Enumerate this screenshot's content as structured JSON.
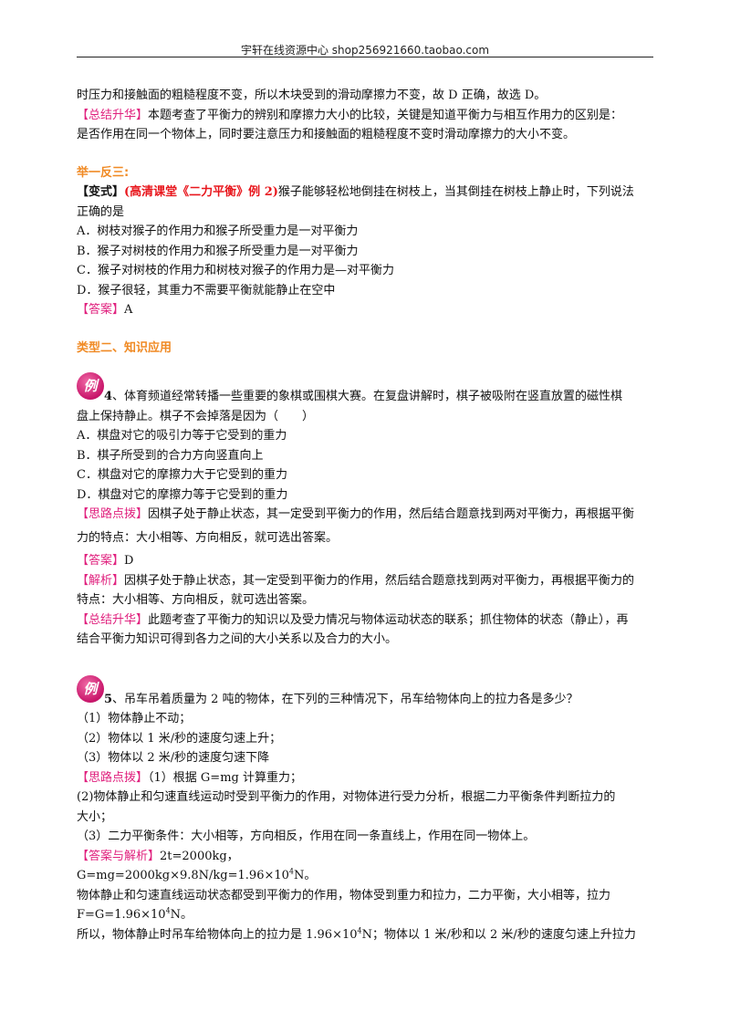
{
  "header": {
    "text": "宇轩在线资源中心   shop256921660.taobao.com"
  },
  "prev": {
    "line1": "时压力和接触面的粗糙程度不变，所以木块受到的滑动摩擦力不变，故 D 正确，故选 D。",
    "summary_tag": "【总结升华】",
    "summary_line1": "本题考查了平衡力的辨别和摩擦力大小的比较，关键是知道平衡力与相互作用力的区别是：",
    "summary_line2": "是否作用在同一个物体上，同时要注意压力和接触面的粗糙程度不变时滑动摩擦力的大小不变。"
  },
  "juyi": {
    "heading": "举一反三:",
    "variant_open": "【变式】",
    "variant_source": "(高清课堂《二力平衡》例 2)",
    "variant_text1": "猴子能够轻松地倒挂在树枝上，当其倒挂在树枝上静止时，下列说法",
    "variant_text2": "正确的是",
    "options": [
      "A．树枝对猴子的作用力和猴子所受重力是一对平衡力",
      "B．猴子对树枝的作用力和猴子所受重力是一对平衡力",
      "C．猴子对树枝的作用力和树枝对猴子的作用力是—对平衡力",
      "D．猴子很轻，其重力不需要平衡就能静止在空中"
    ],
    "answer_tag": "【答案】",
    "answer": "A"
  },
  "type2": {
    "heading": "类型二、知识应用"
  },
  "ex4": {
    "badge": "例",
    "num": "4",
    "q_line1": "、体育频道经常转播一些重要的象棋或围棋大赛。在复盘讲解时，棋子被吸附在竖直放置的磁性棋",
    "q_line2": "盘上保持静止。棋子不会掉落是因为（　　）",
    "options": [
      "A．棋盘对它的吸引力等于它受到的重力",
      "B．棋子所受到的合力方向竖直向上",
      "C．棋盘对它的摩擦力大于它受到的重力",
      "D．棋盘对它的摩擦力等于它受到的重力"
    ],
    "hint_tag": "【思路点拨】",
    "hint_line1": "因棋子处于静止状态，其一定受到平衡力的作用，然后结合题意找到两对平衡力，再根据平衡",
    "hint_line2": "力的特点：大小相等、方向相反，就可选出答案。",
    "answer_tag": "【答案】",
    "answer": "D",
    "analysis_tag": "【解析】",
    "analysis_line1": "因棋子处于静止状态，其一定受到平衡力的作用，然后结合题意找到两对平衡力，再根据平衡力的",
    "analysis_line2": "特点：大小相等、方向相反，就可选出答案。",
    "summary_tag": "【总结升华】",
    "summary_line1": "此题考查了平衡力的知识以及受力情况与物体运动状态的联系；抓住物体的状态（静止），再",
    "summary_line2": "结合平衡力知识可得到各力之间的大小关系以及合力的大小。"
  },
  "ex5": {
    "badge": "例",
    "num": "5",
    "q_line1": "、吊车吊着质量为 2 吨的物体，在下列的三种情况下，吊车给物体向上的拉力各是多少？",
    "items": [
      "（1）物体静止不动；",
      "（2）物体以 1 米/秒的速度匀速上升；",
      "（3）物体以 2 米/秒的速度匀速下降"
    ],
    "hint_tag": "【思路点拨】",
    "hint_1": "（1）根据 G=mg 计算重力；",
    "hint_2a": "(2)物体静止和匀速直线运动时受到平衡力的作用，对物体进行受力分析，根据二力平衡条件判断拉力的",
    "hint_2b": "大小；",
    "hint_3": "（3）二力平衡条件：大小相等，方向相反，作用在同一条直线上，作用在同一物体上。",
    "ans_tag": "【答案与解析】",
    "ans_1": "2t=2000kg，",
    "ans_2a": "G=mg=2000kg×9.8N/kg=1.96×10",
    "ans_2sup": "4",
    "ans_2b": "N。",
    "ans_3": "物体静止和匀速直线运动状态都受到平衡力的作用，物体受到重力和拉力，二力平衡，大小相等，拉力",
    "ans_4a": "F=G=1.96×10",
    "ans_4sup": "4",
    "ans_4b": "N。",
    "ans_5a": "所以，物体静止时吊车给物体向上的拉力是 1.96×10",
    "ans_5sup": "4",
    "ans_5b": "N；物体以 1 米/秒和以 2 米/秒的速度匀速上升拉力"
  }
}
